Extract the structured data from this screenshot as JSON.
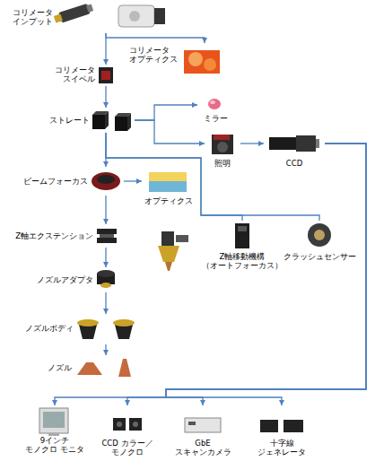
{
  "diagram": {
    "nodes": [
      {
        "text": [
          "コリメータ インプット"
        ]
      },
      {
        "text": [
          "コリメータ オプティクス"
        ]
      },
      {
        "text": [
          "コリメータ スイベル"
        ]
      },
      {
        "text": [
          "ストレート"
        ]
      },
      {
        "text": [
          "ミラー"
        ]
      },
      {
        "text": [
          "照明"
        ]
      },
      {
        "text": [
          "CCD"
        ]
      },
      {
        "text": [
          "ビームフォーカス"
        ]
      },
      {
        "text": [
          "オプティクス"
        ]
      },
      {
        "text": [
          "Z軸エクステンション"
        ]
      },
      {
        "text": [
          "Z軸移動機構 （オートフォーカス）"
        ]
      },
      {
        "text": [
          "クラッシュセンサー"
        ]
      },
      {
        "text": [
          "ノズルアダプタ"
        ]
      },
      {
        "text": [
          "ノズルボディ"
        ]
      },
      {
        "text": [
          "ノズル"
        ]
      },
      {
        "text": [
          "9インチ モノクロ モニタ"
        ]
      },
      {
        "text": [
          "CCD カラー／モノクロ"
        ]
      },
      {
        "text": [
          "GbE スキャンカメラ"
        ]
      },
      {
        "text": [
          "十字線 ジェネレータ"
        ]
      }
    ],
    "edges": [
      {
        "from": 0,
        "to": 1,
        "arrow": "to"
      },
      {
        "from": 0,
        "to": 2,
        "arrow": "to"
      },
      {
        "from": 2,
        "to": 3,
        "arrow": "to"
      },
      {
        "from": 3,
        "to": 4,
        "arrow": "to"
      },
      {
        "from": 3,
        "to": 5,
        "arrow": "to"
      },
      {
        "from": 5,
        "to": 6,
        "arrow": "to"
      },
      {
        "from": 3,
        "to": 7,
        "arrow": "to"
      },
      {
        "from": 3,
        "to": 10,
        "arrow": "none"
      },
      {
        "from": 3,
        "to": 11,
        "arrow": "none"
      },
      {
        "from": 7,
        "to": 8,
        "arrow": "to"
      },
      {
        "from": 7,
        "to": 9,
        "arrow": "to"
      },
      {
        "from": 9,
        "to": 12,
        "arrow": "to"
      },
      {
        "from": 12,
        "to": 13,
        "arrow": "to"
      },
      {
        "from": 13,
        "to": 14,
        "arrow": "to"
      },
      {
        "from": 6,
        "to": 15,
        "arrow": "to"
      },
      {
        "from": 6,
        "to": 16,
        "arrow": "to"
      },
      {
        "from": 6,
        "to": 17,
        "arrow": "to"
      },
      {
        "from": 6,
        "to": 18,
        "arrow": "to"
      }
    ]
  }
}
